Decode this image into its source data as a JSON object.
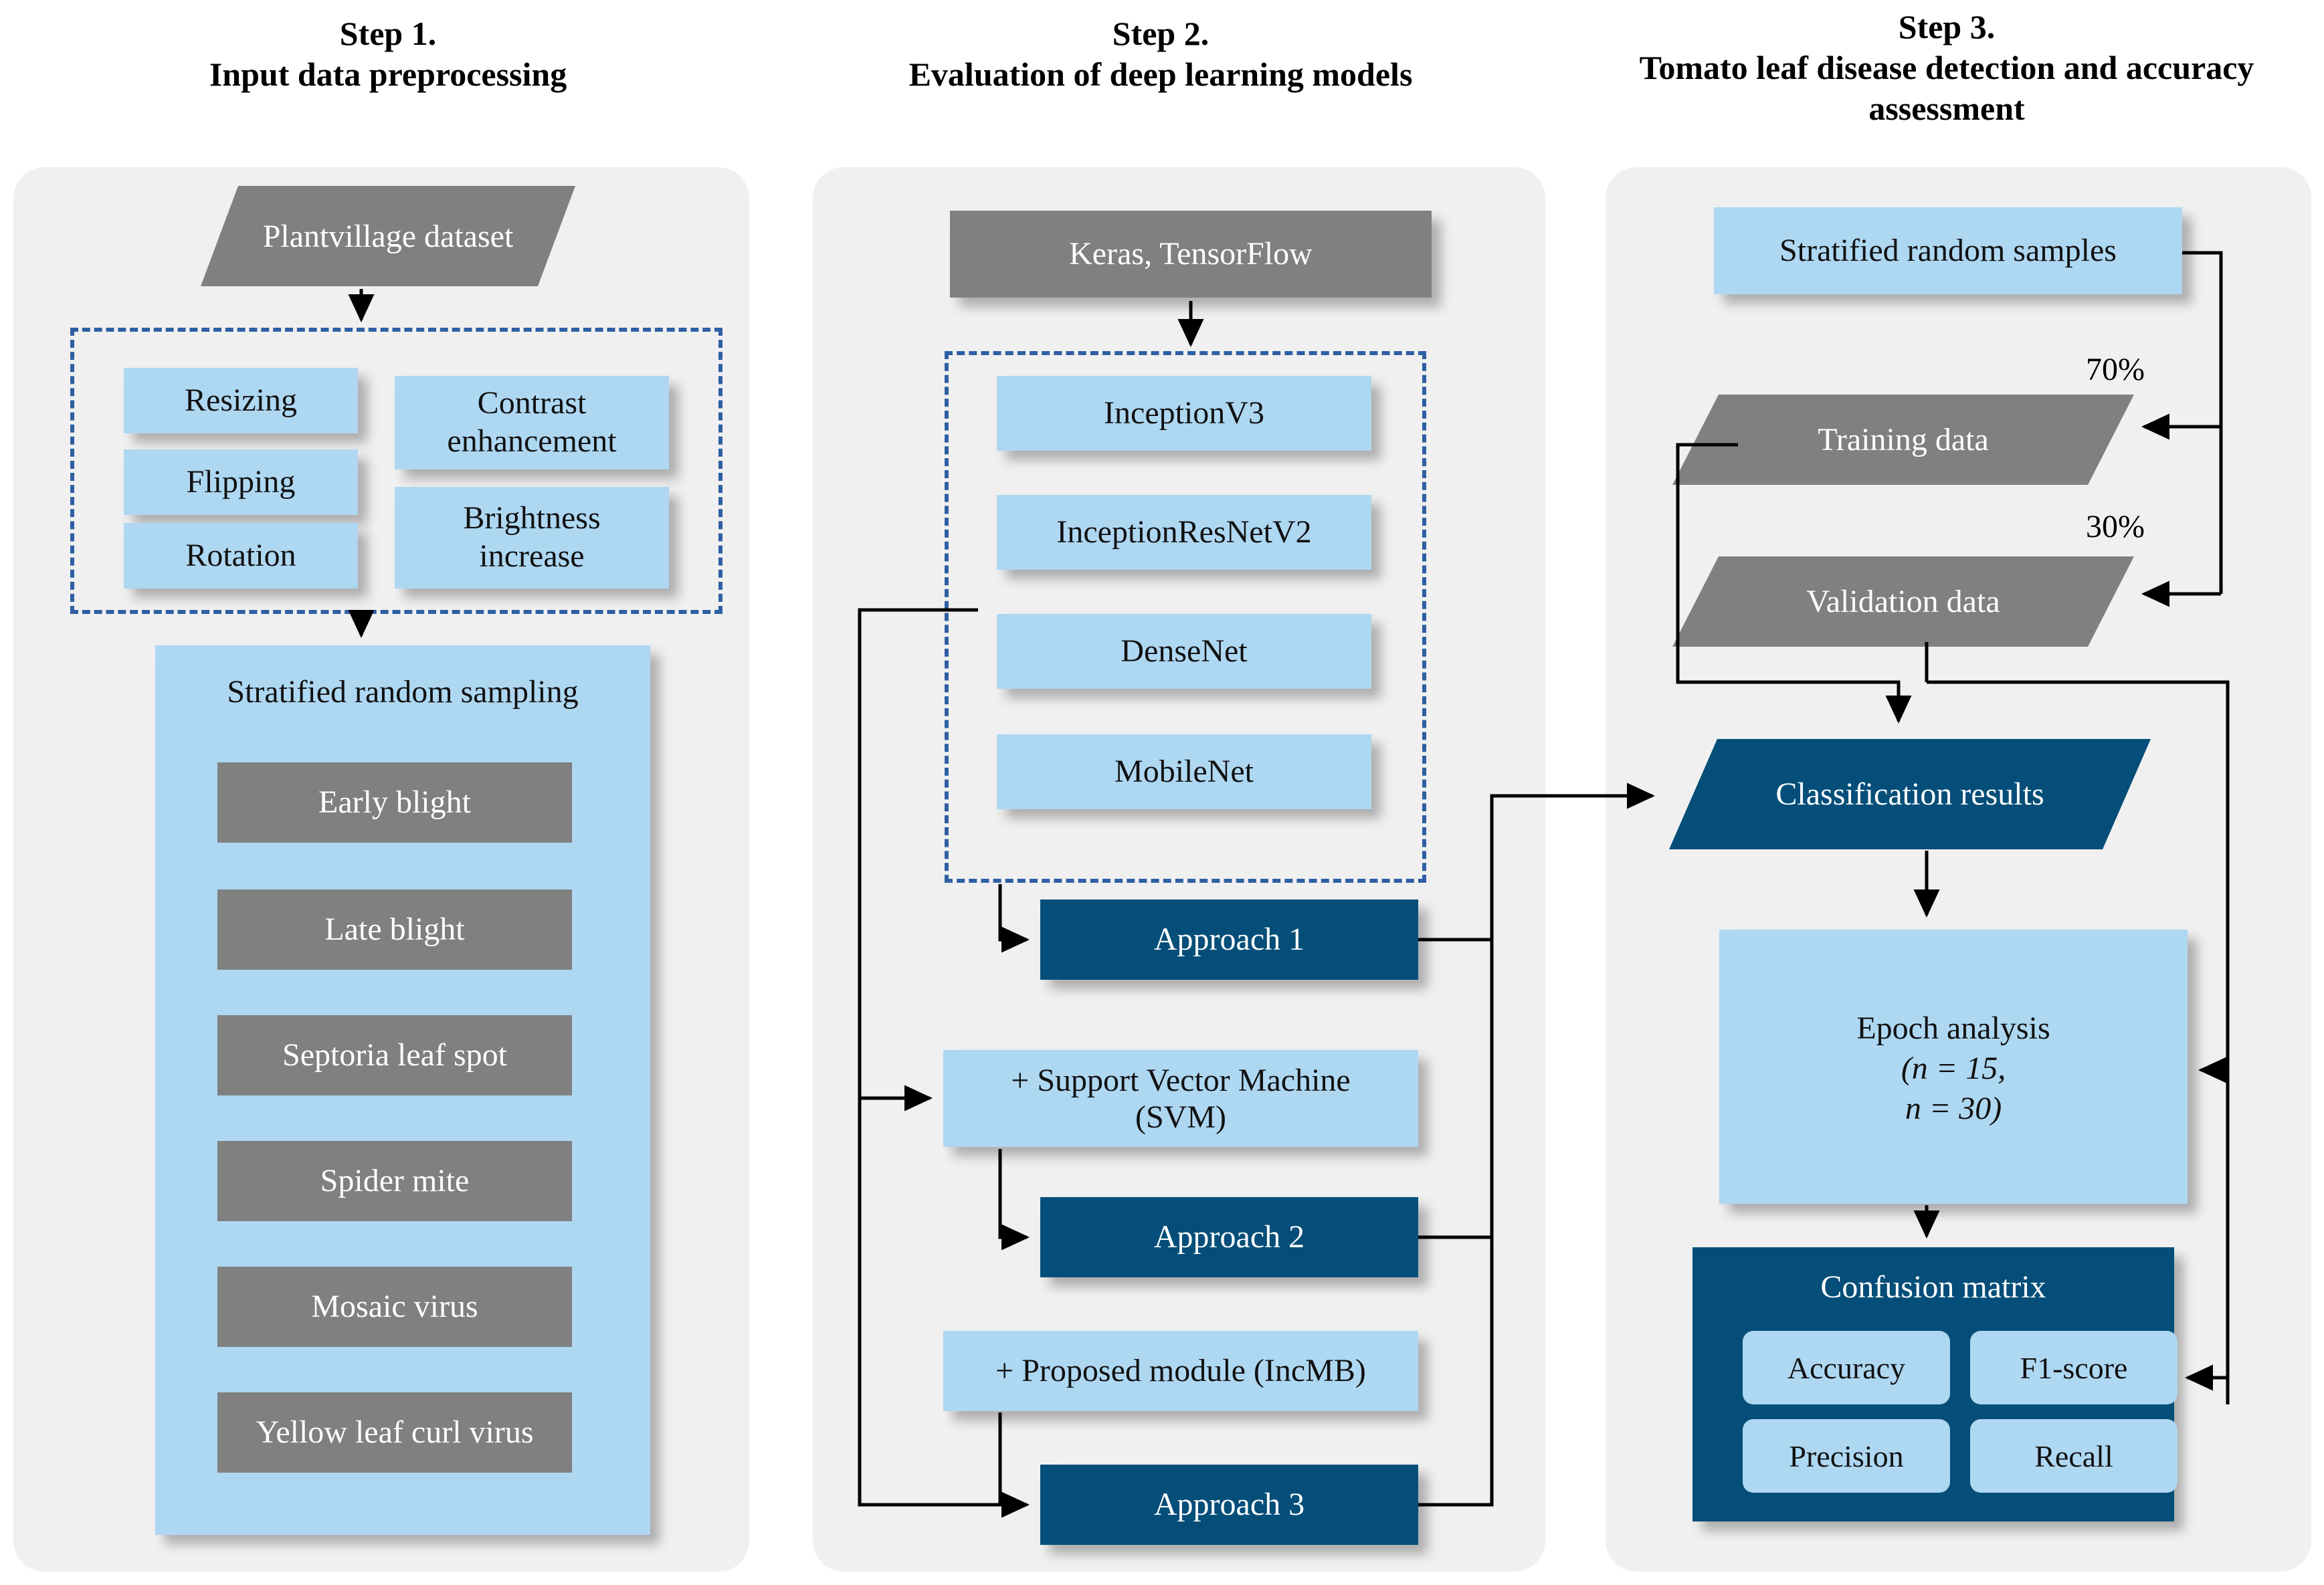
{
  "colors": {
    "panel_bg": "#f0f0f0",
    "light_blue": "#aed7f2",
    "gray": "#808080",
    "dark_blue": "#044e79",
    "dashed_border": "#2e5fa3",
    "connector": "#000000"
  },
  "steps": [
    {
      "id": "step1",
      "title_line1": "Step 1.",
      "title_line2": "Input data preprocessing",
      "source_node": "Plantvillage dataset",
      "preprocessing_group": {
        "left_column": [
          "Resizing",
          "Flipping",
          "Rotation"
        ],
        "right_column": [
          "Contrast enhancement",
          "Brightness increase"
        ]
      },
      "sampling_box_title": "Stratified random sampling",
      "disease_classes": [
        "Early blight",
        "Late blight",
        "Septoria leaf spot",
        "Spider mite",
        "Mosaic virus",
        "Yellow leaf curl virus"
      ]
    },
    {
      "id": "step2",
      "title_line1": "Step 2.",
      "title_line2": "Evaluation of deep learning models",
      "framework_node": "Keras, TensorFlow",
      "models": [
        "InceptionV3",
        "InceptionResNetV2",
        "DenseNet",
        "MobileNet"
      ],
      "approach1": "Approach 1",
      "svm_module_line1": "+ Support Vector Machine",
      "svm_module_line2": "(SVM)",
      "approach2": "Approach 2",
      "proposed_module": "+ Proposed module (IncMB)",
      "approach3": "Approach 3"
    },
    {
      "id": "step3",
      "title_line1": "Step 3.",
      "title_line2": "Tomato leaf disease detection and accuracy",
      "title_line3": "assessment",
      "samples_node": "Stratified random samples",
      "split_labels": [
        "70%",
        "30%"
      ],
      "training_node": "Training data",
      "validation_node": "Validation data",
      "classification_node": "Classification results",
      "epoch_line1": "Epoch analysis",
      "epoch_line2": "(n = 15,",
      "epoch_line3": "n = 30)",
      "confusion_title": "Confusion matrix",
      "metrics": [
        "Accuracy",
        "F1-score",
        "Precision",
        "Recall"
      ]
    }
  ]
}
